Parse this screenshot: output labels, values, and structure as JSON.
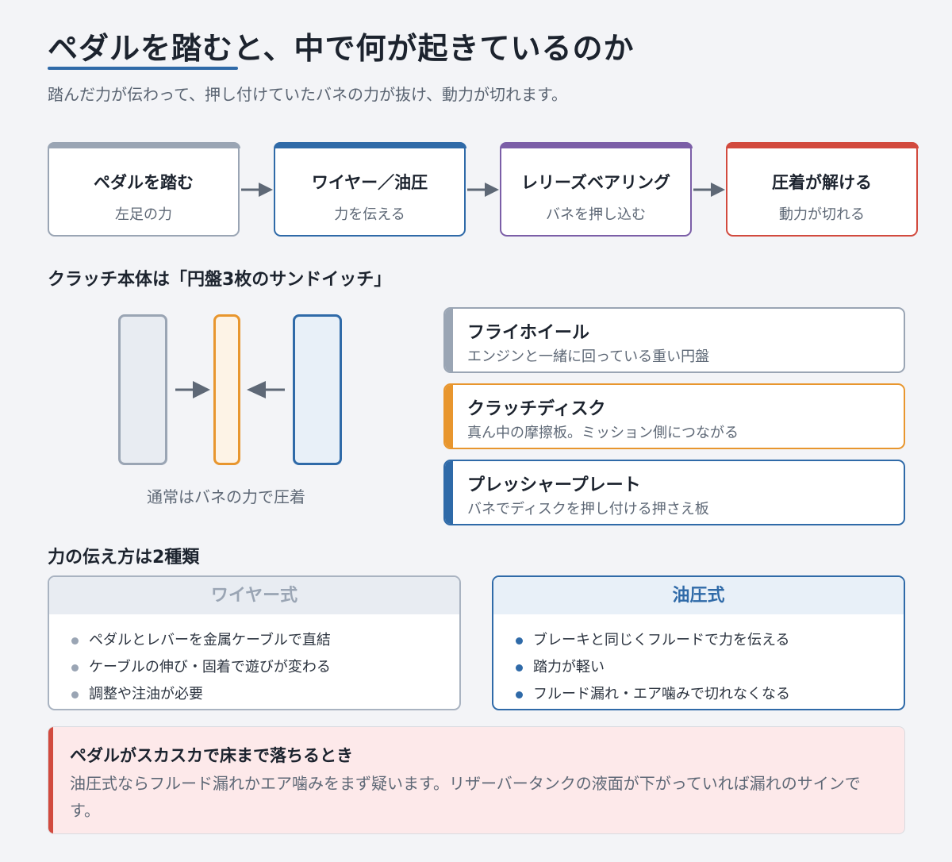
{
  "header": {
    "title": "ペダルを踏むと、中で何が起きているのか",
    "subtitle": "踏んだ力が伝わって、押し付けていたバネの力が抜け、動力が切れます。"
  },
  "flow": [
    {
      "title": "ペダルを踏む",
      "sub": "左足の力",
      "color": "#9aa5b4"
    },
    {
      "title": "ワイヤー／油圧",
      "sub": "力を伝える",
      "color": "#2f6aa8"
    },
    {
      "title": "レリーズベアリング",
      "sub": "バネを押し込む",
      "color": "#7b5ea7"
    },
    {
      "title": "圧着が解ける",
      "sub": "動力が切れる",
      "color": "#d24a3e"
    }
  ],
  "clutch": {
    "heading": "クラッチ本体は「円盤3枚のサンドイッチ」",
    "caption": "通常はバネの力で圧着",
    "parts": [
      {
        "name": "フライホイール",
        "desc": "エンジンと一緒に回っている重い円盤",
        "color": "#9aa5b4"
      },
      {
        "name": "クラッチディスク",
        "desc": "真ん中の摩擦板。ミッション側につながる",
        "color": "#e8962e"
      },
      {
        "name": "プレッシャープレート",
        "desc": "バネでディスクを押し付ける押さえ板",
        "color": "#2f6aa8"
      }
    ]
  },
  "transmission": {
    "heading": "力の伝え方は2種類",
    "wire": {
      "title": "ワイヤー式",
      "items": [
        "ペダルとレバーを金属ケーブルで直結",
        "ケーブルの伸び・固着で遊びが変わる",
        "調整や注油が必要"
      ]
    },
    "hydraulic": {
      "title": "油圧式",
      "items": [
        "ブレーキと同じくフルードで力を伝える",
        "踏力が軽い",
        "フルード漏れ・エア噛みで切れなくなる"
      ]
    }
  },
  "alert": {
    "title": "ペダルがスカスカで床まで落ちるとき",
    "body": "油圧式ならフルード漏れかエア噛みをまず疑います。リザーバータンクの液面が下がっていれば漏れのサインです。"
  }
}
